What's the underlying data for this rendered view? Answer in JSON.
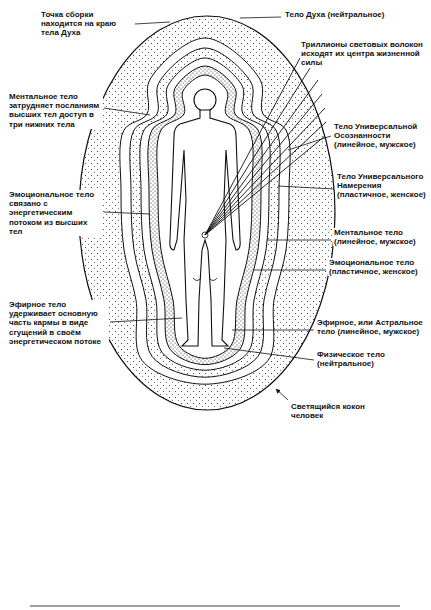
{
  "diagram": {
    "labels": [
      "Точка сборки находится на краю тела Духа",
      "Тело Духа (нейтральное)",
      "Триллионы световых волокон исходят их центра жизненной силы",
      "Ментальное тело затрудняет посланиям высших тел доступ в три нижних тела",
      "Тело Универсальной Осознанности (линейное, мужское)",
      "Тело Универсального Намерения (пластичное, женское)",
      "Эмоциональное тело связано с энергетическим потоком из высших тел",
      "Ментальное тело (линейное, мужское)",
      "Эмоциональное тело (пластичное, женское)",
      "Эфирное тело удерживает основную часть кармы в виде сгущений в своём энергетическом потоке",
      "Эфирное, или Астральное тело (линейное, мужское)",
      "Физическое тело (нейтральное)",
      "Светящийся кокон человек"
    ]
  }
}
